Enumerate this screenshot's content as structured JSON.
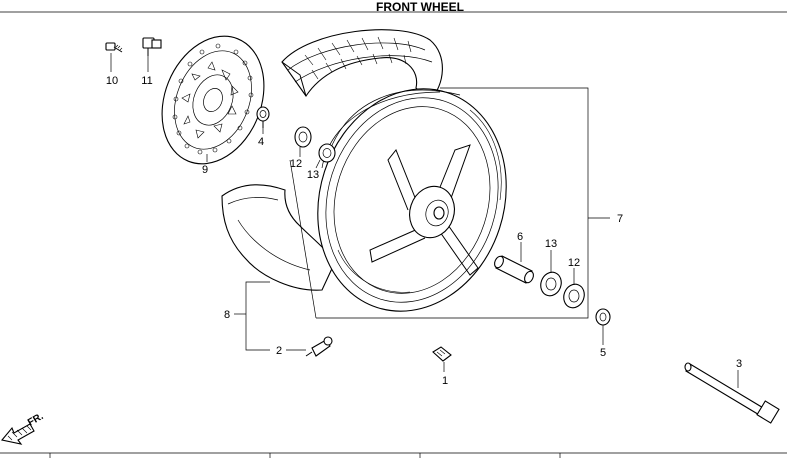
{
  "title": "FRONT WHEEL",
  "direction_label": "FR.",
  "callouts": {
    "p1": "1",
    "p2": "2",
    "p3": "3",
    "p4": "4",
    "p5": "5",
    "p6": "6",
    "p7": "7",
    "p8": "8",
    "p9": "9",
    "p10": "10",
    "p11": "11",
    "p12a": "12",
    "p12b": "12",
    "p13a": "13",
    "p13b": "13"
  }
}
